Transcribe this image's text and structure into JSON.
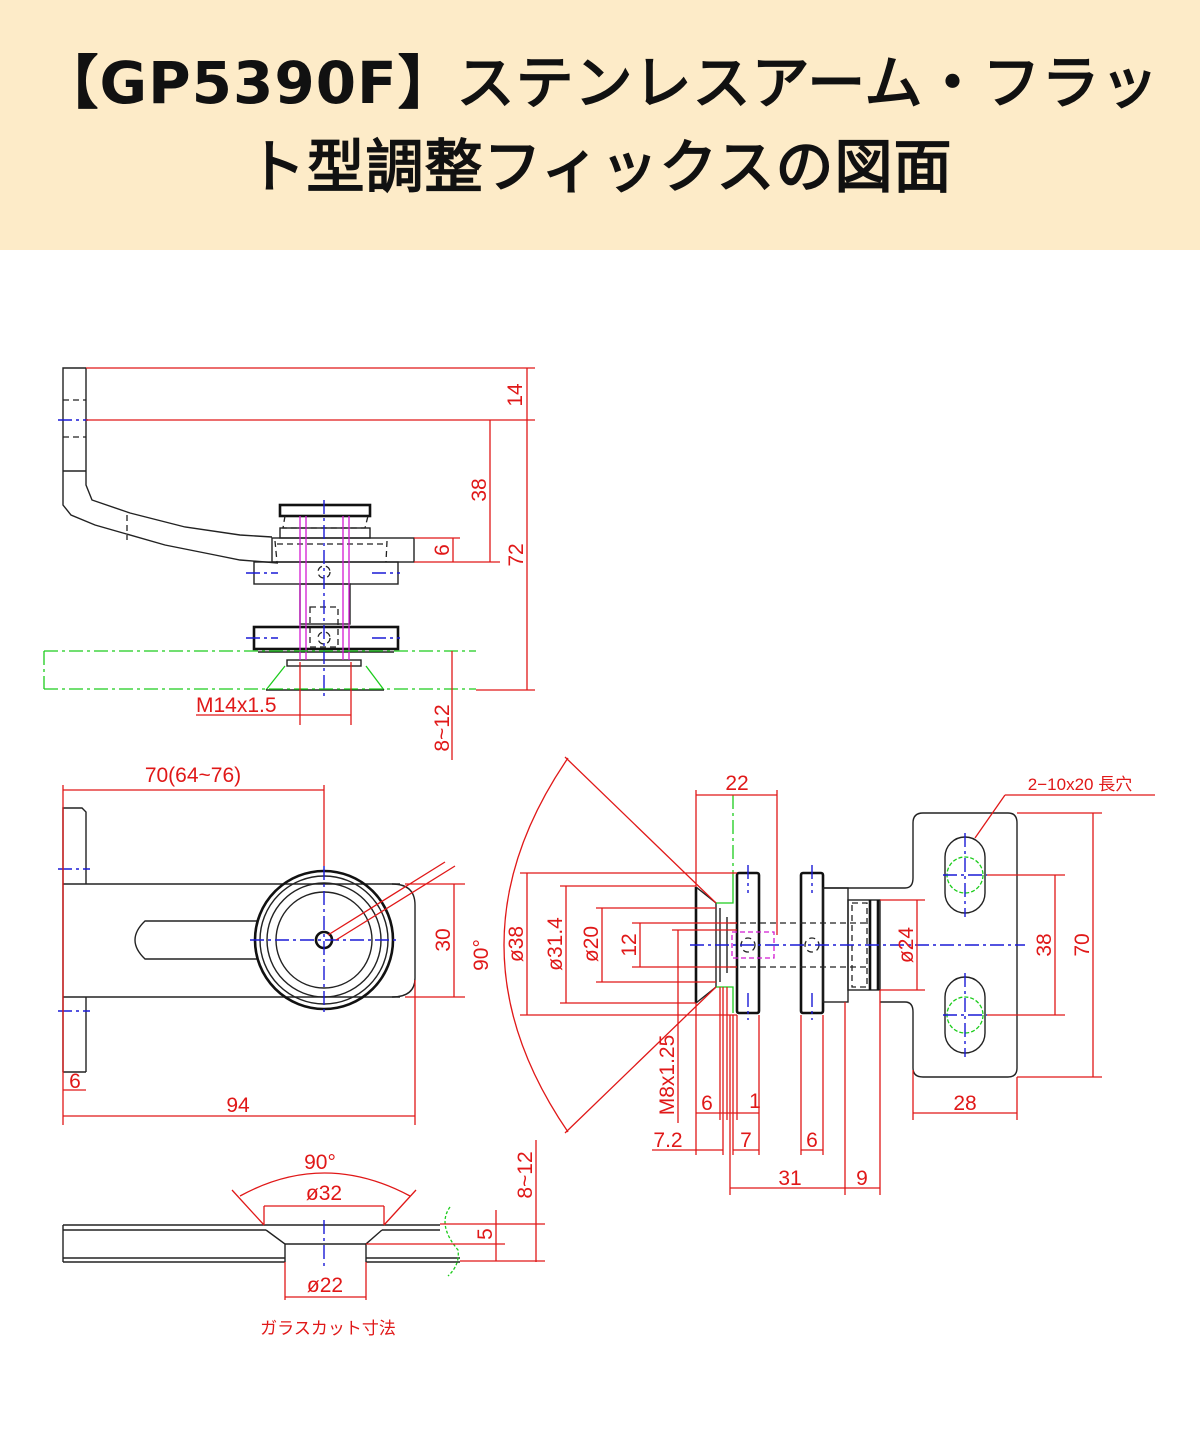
{
  "header": {
    "title_line1": "【GP5390F】ステンレスアーム・フラッ",
    "title_line2": "ト型調整フィックスの図面",
    "background_color": "#fdebc8"
  },
  "colors": {
    "dimension": "#e01818",
    "outline": "#222222",
    "centerline": "#1a1ad6",
    "glass": "#1ccc1c",
    "thread": "#d21ad2"
  },
  "views": {
    "side_view": {
      "dims": {
        "top_offset": "14",
        "arm_drop": "38",
        "plate_thickness": "6",
        "total_height": "72",
        "thread": "M14x1.5",
        "glass_thickness": "8~12"
      }
    },
    "top_view": {
      "dims": {
        "center_distance": "70(64~76)",
        "arm_width": "30",
        "total_length": "94",
        "bracket_thickness": "6",
        "angle": "90°"
      }
    },
    "glass_cut_view": {
      "dims": {
        "angle": "90°",
        "outer_diameter": "ø32",
        "inner_diameter": "ø22",
        "countersink_depth": "5",
        "glass_thickness": "8~12"
      },
      "caption": "ガラスカット寸法"
    },
    "detail_view": {
      "dims": {
        "width_22": "22",
        "d38": "ø38",
        "d31": "ø31.4",
        "d20": "ø20",
        "d12": "12",
        "thread": "M8x1.25",
        "d6a": "6",
        "d1": "1",
        "d72": "7.2",
        "d7": "7",
        "d6b": "6",
        "d31len": "31",
        "d9": "9",
        "d24": "ø24",
        "slot_note": "2−10x20 長穴",
        "slot_pitch": "38",
        "plate_height": "70",
        "plate_width": "28",
        "angle": "90°"
      }
    }
  }
}
